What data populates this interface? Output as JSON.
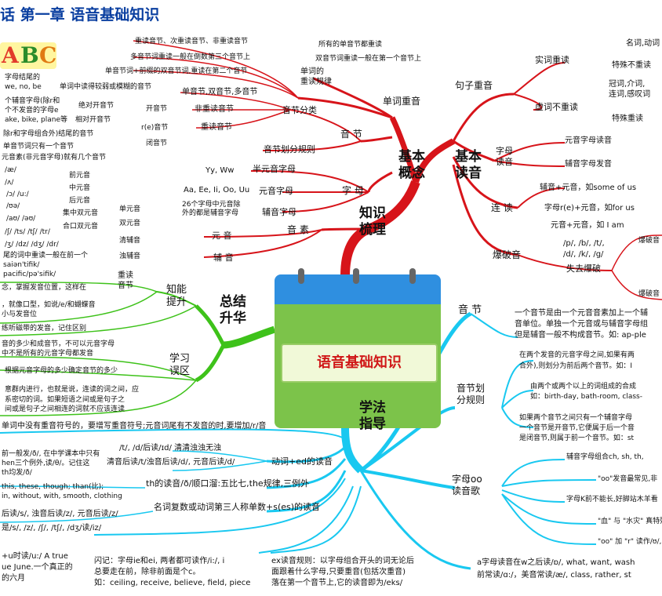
{
  "header": {
    "title": "话   第一章   语音基础知识",
    "logo_letters": [
      "A",
      "B",
      "C"
    ]
  },
  "center": {
    "label": "语音基础知识"
  },
  "main_branches": {
    "knowledge": "知识\n梳理",
    "basic_concepts": "基本\n概念",
    "basic_reading": "基本\n读音",
    "summary": "总结\n升华",
    "study_methods": "学法\n指导"
  },
  "concepts": {
    "word_stress": "单词重音",
    "word_stress_rule": "单词的\n重读规律",
    "word_stress_items": [
      "所有的单音节都重读",
      "双音节词重读一般在第一个音节上"
    ],
    "multi_syllable": [
      "重读音节、次重读音节、非重读音节",
      "多音节词重读一般在倒数第三个音节上",
      "单音节词+前缀的双音节词,重读在第二个音节"
    ],
    "syllable": "音   节",
    "syllable_class": "音节分类",
    "syllable_class_items": [
      "单音节,双音节,多音节",
      "非重读音节",
      "重读音节"
    ],
    "unstressed_note": "单词中读得较弱或模糊的音节",
    "open_syllable": "开音节",
    "closed_syllable": "闭音节",
    "absolute_open": "绝对开音节",
    "relative_open": "相对开音节",
    "r_syllable": "r(e)音节",
    "open_notes": [
      "字母结尾的",
      "we, no, be",
      "个辅音字母(除r和",
      "个不发音的字母e",
      "ake, bike, plane等"
    ],
    "closed_note": "除r和字母组合外)结尾的音节",
    "syllable_rule": "音节划分规则",
    "syllable_rule_items": [
      "单音节词只有一个音节",
      "元音素(非元音字母)就有几个音节"
    ],
    "letters": "字   母",
    "semi_vowel": "半元音字母",
    "semi_vowel_value": "Yy, Ww",
    "vowel_letters": "元音字母",
    "vowel_letters_value": "Aa, Ee, Ii, Oo, Uu",
    "consonant_letters": "辅音字母",
    "consonant_letters_value": "26个字母中元音除\n外的都是辅音字母",
    "phoneme": "音   素",
    "vowel": "元   音",
    "consonant": "辅   音",
    "monophthong": "单元音",
    "diphthong": "双元音",
    "front": "前元音",
    "middle": "中元音",
    "back": "后元音",
    "closing": "集中双元音",
    "centering": "合口双元音",
    "voiceless": "清辅音",
    "voiced": "浊辅音",
    "ipa_rows": [
      "/æ/",
      "/ʌ/",
      "/ɔ/  /u:/",
      "/ʊə/",
      "/aʊ/  /əʊ/",
      "/ʃ/ /ts/ /tʃ/ /tr/",
      "/ʒ/ /dz/ /dʒ/ /dr/"
    ],
    "stress_notes": [
      "尾的词中重读一般在前一个",
      "saiən'tifik/",
      "pacific/pə'sifik/"
    ]
  },
  "reading": {
    "sentence_stress": "句子重音",
    "content_stress": "实词重读",
    "content_items": [
      "名词,动词",
      "特殊不重读"
    ],
    "function_unstress": "虚词不重读",
    "function_items": [
      "冠词,介词,\n连词,感叹词",
      "特殊重读"
    ],
    "letter_sound": "字母\n读音",
    "vowel_sound": "元音字母读音",
    "consonant_sound": "辅音字母发音",
    "liaison": "连   读",
    "liaison_items": [
      "辅音+元音，如some of us",
      "字母r(e)+元音，如for us",
      "元音+元音，如 I am"
    ],
    "plosive": "爆破音",
    "plosive_values": [
      "/p/, /b/, /t/,",
      "/d/, /k/, /g/"
    ],
    "lose_plosion": "失去爆破",
    "plosive_sub": [
      "爆破音",
      "爆破音"
    ]
  },
  "summary": {
    "ability": "知能\n提升",
    "mistakes": "学习\n误区",
    "stressed_syllable": "重读\n音节",
    "notes": [
      "念，掌握发音位置，这样在",
      "，就像口型，如说/e/和蝴蝶音",
      "小与发音位",
      "练听磁带的发音，记住区别",
      "音的多少和成音节，不可以元音字母",
      "中不是所有的元音字母都发音",
      "根据元音字母的多少确定音节的多少",
      "意群内进行，也就是说，连读的词之间，应",
      "系密切的词。如果短语之间或是句子之",
      "间或是句子之间相连的词就不应该连读"
    ]
  },
  "methods": {
    "syllable": "音   节",
    "syllable_note": [
      "一个音节是由一个元音音素加上一个辅",
      "音单位。单独一个元音或与辅音字母组",
      "但是辅音一般不构成音节。如: ap-ple"
    ],
    "division": "音节划\n分规则",
    "division_notes": [
      "在两个发音的元音字母之间,如果有两",
      "合外),则划分为前后两个音节。如：I",
      "由两个或两个以上的词组成的合成",
      "如：birth-day, bath-room, class-",
      "如果两个音节之间只有一个辅音字母",
      "一个音节是开音节,它便属于后一个音",
      "是闭音节,则属于前一个音节。如：st"
    ],
    "oo_song": "字母oo\n读音歌",
    "oo_items": [
      "辅音字母组合ch, sh, th, ",
      "\"oo\"发音最常见,非",
      "字母K前不能长,好脚站木羊看",
      "\"血\" 与 \"水灾\" 真特殊,",
      "\"oo\" 加 \"r\" 读作/ʊ/, \"",
      "a字母读音在w之后读/ɒ/, what, want, wash",
      "前常读/ɑ:/，美音常读/æ/, class, rather, st"
    ],
    "top_rule": "单词中没有重音符号的，要增写重音符号;元音词尾有不发音的时,要增加/r/音",
    "ed_label": "动词+ed的读音",
    "ed_items": [
      "/t/, /d/后读/ɪd/  清清浊浊无浊",
      "清音后读/t/浊音后读/d/, 元音后读/d/"
    ],
    "th_label": "th的读音/ð/顺口溜:五比七,the规律,三例外",
    "th_items": [
      "this, these, though; than(比);",
      "in, without, with, smooth, clothing"
    ],
    "th_left": [
      "前一般发/ð/, 在中学课本中只有",
      "hen三个例外,读/θ/。记住这",
      "th均发/ð/"
    ],
    "s_label": "名词复数或动词第三人称单数+s(es)的读音",
    "s_items": [
      "后读/s/, 浊音后读/z/, 元音后读/z/",
      "是/s/, /z/, /ʃ/, /tʃ/, /dʒ/读/iz/"
    ],
    "true_note": [
      "+u时读/u:/ A true",
      "ue June.一个真正的",
      "的六月"
    ],
    "ie_note": [
      "闪记：字母ie和ei, 两者都可读作/i:/, i",
      "总要走在前，除非前面是个c。",
      "如：ceiling, receive, believe, field, piece"
    ],
    "ex_note": [
      "ex读音规则：以字母组合开头的词无论后",
      "面跟着什么字母,只要重音(包括次重音)",
      "落在第一个音节上,它的读音即为/eks/"
    ]
  },
  "colors": {
    "red": "#d7141a",
    "blue": "#19c8f0",
    "green": "#3ec21a",
    "title": "#0a3fa0"
  }
}
